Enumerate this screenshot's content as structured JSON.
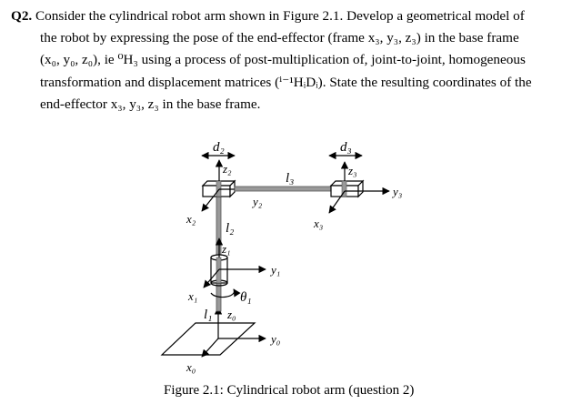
{
  "question": {
    "number": "Q2.",
    "line1": "Consider the cylindrical robot arm shown in Figure 2.1. Develop a geometrical model of",
    "line2": "the robot by expressing the pose of the end-effector (frame x₃, y₃, z₃) in the base frame",
    "line3": "(x₀, y₀, z₀), ie ⁰H₃ using a process of post-multiplication of, joint-to-joint, homogeneous",
    "line4": "transformation and displacement matrices (ⁱ⁻¹HᵢDᵢ). State the resulting coordinates of the",
    "line5": "end-effector x₃, y₃, z₃ in the base frame."
  },
  "figure": {
    "labels": {
      "d2": "d₂",
      "d3": "d₃",
      "z2": "z₂",
      "z3": "z₃",
      "l3": "l₃",
      "y3": "y₃",
      "y2": "y₂",
      "x2": "x₂",
      "x3": "x₃",
      "l2": "l₂",
      "z1": "z₁",
      "y1": "y₁",
      "x1": "x₁",
      "theta1": "θ₁",
      "l1": "l₁",
      "z0": "z₀",
      "y0": "y₀",
      "x0": "x₀"
    },
    "caption": "Figure 2.1: Cylindrical robot arm (question 2)"
  }
}
